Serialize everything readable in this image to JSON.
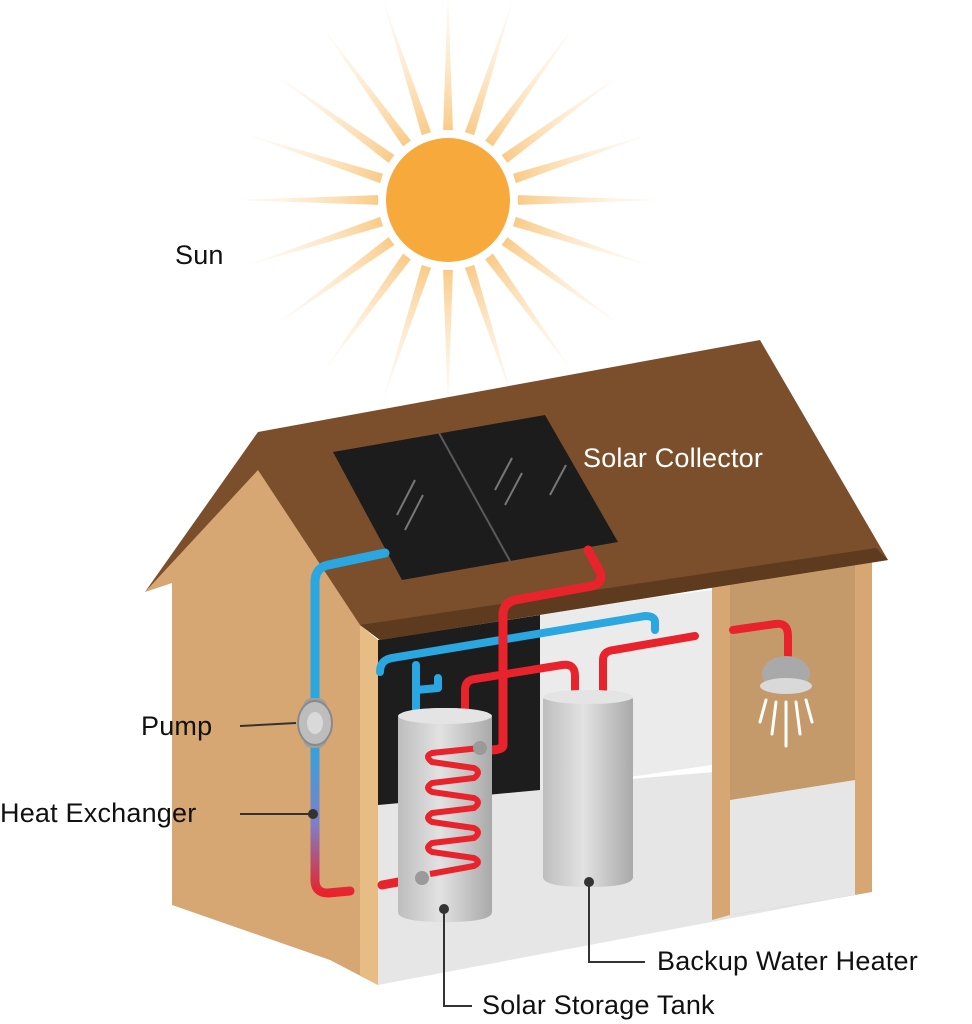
{
  "labels": {
    "sun": "Sun",
    "solar_collector": "Solar Collector",
    "pump": "Pump",
    "heat_exchanger": "Heat Exchanger",
    "backup_water_heater": "Backup Water Heater",
    "solar_storage_tank": "Solar Storage Tank"
  },
  "colors": {
    "sun": "#f7a93b",
    "roof": "#7b4f2c",
    "wall": "#d6a772",
    "hot_pipe": "#e8232b",
    "cold_pipe": "#2aa6e0",
    "collector": "#1c1c1c",
    "tank": "#c9c9c9"
  }
}
